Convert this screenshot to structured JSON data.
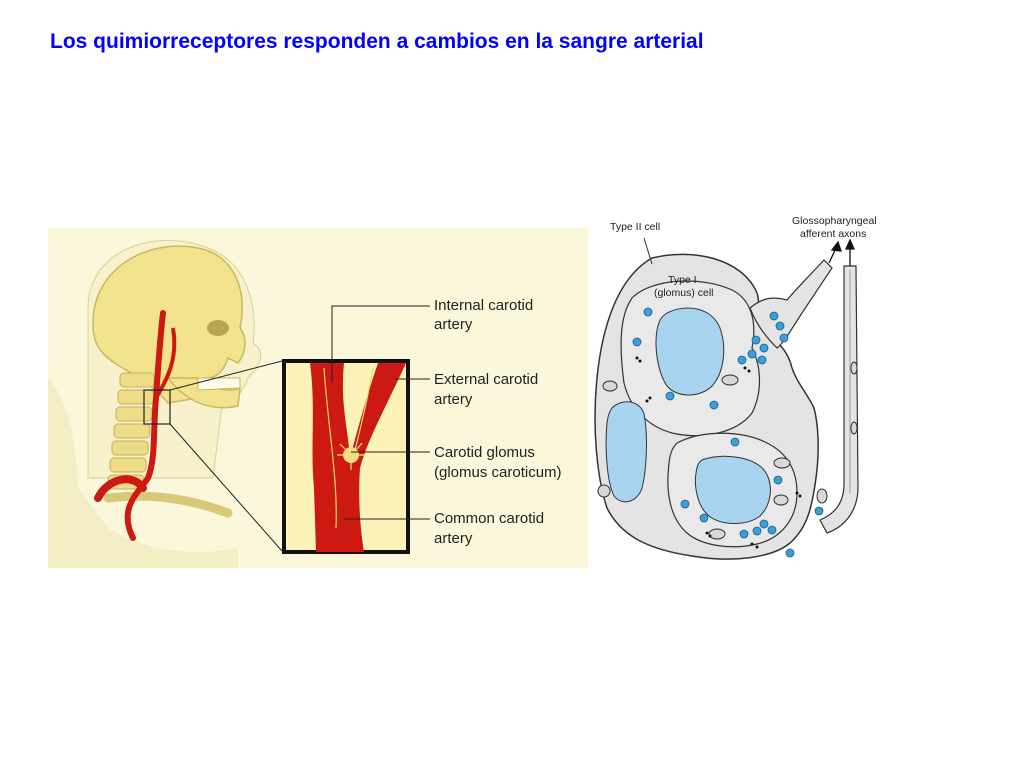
{
  "slide": {
    "title": "Los quimiorreceptores responden a cambios en la sangre arterial",
    "colors": {
      "title": "#0000ff",
      "artery": "#cc1a12",
      "bone": "#f3e38c",
      "skin": "#fbf7d8",
      "nucleus": "#a8d4f0",
      "granule": "#3aa0d8",
      "cell": "#e4e4e4"
    }
  },
  "carotid_figure": {
    "labels": {
      "internal_l1": "Internal carotid",
      "internal_l2": "artery",
      "external_l1": "External carotid",
      "external_l2": "artery",
      "glomus_l1": "Carotid glomus",
      "glomus_l2": "(glomus caroticum)",
      "common_l1": "Common carotid",
      "common_l2": "artery"
    }
  },
  "glomus_figure": {
    "labels": {
      "type2": "Type II cell",
      "type1_l1": "Type I",
      "type1_l2": "(glomus) cell",
      "axons_l1": "Glossopharyngeal",
      "axons_l2": "afferent axons"
    }
  }
}
